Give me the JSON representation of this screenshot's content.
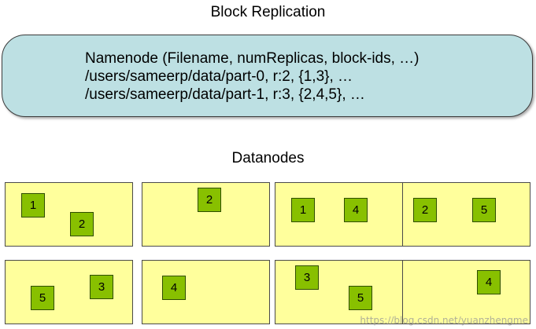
{
  "title": "Block Replication",
  "namenode": {
    "lines": [
      "Namenode (Filename, numReplicas, block-ids, …)",
      "/users/sameerp/data/part-0, r:2, {1,3}, …",
      "/users/sameerp/data/part-1, r:3, {2,4,5}, …"
    ]
  },
  "datanodes_title": "Datanodes",
  "datanodes": [
    {
      "row": 1,
      "col": 1,
      "blocks": [
        "1",
        "2"
      ]
    },
    {
      "row": 1,
      "col": 2,
      "blocks": [
        "2"
      ]
    },
    {
      "row": 1,
      "col": 3,
      "blocks": [
        "1",
        "4"
      ]
    },
    {
      "row": 1,
      "col": 4,
      "blocks": [
        "2",
        "5"
      ]
    },
    {
      "row": 2,
      "col": 1,
      "blocks": [
        "5",
        "3"
      ]
    },
    {
      "row": 2,
      "col": 2,
      "blocks": [
        "4"
      ]
    },
    {
      "row": 2,
      "col": 3,
      "blocks": [
        "3",
        "5"
      ]
    },
    {
      "row": 2,
      "col": 4,
      "blocks": [
        "4"
      ]
    }
  ],
  "colors": {
    "namenode_fill": "#bde0e3",
    "datanode_fill": "#ffff9c",
    "block_fill": "#88c000"
  },
  "watermark": "https://blog.csdn.net/yuanzhengme"
}
